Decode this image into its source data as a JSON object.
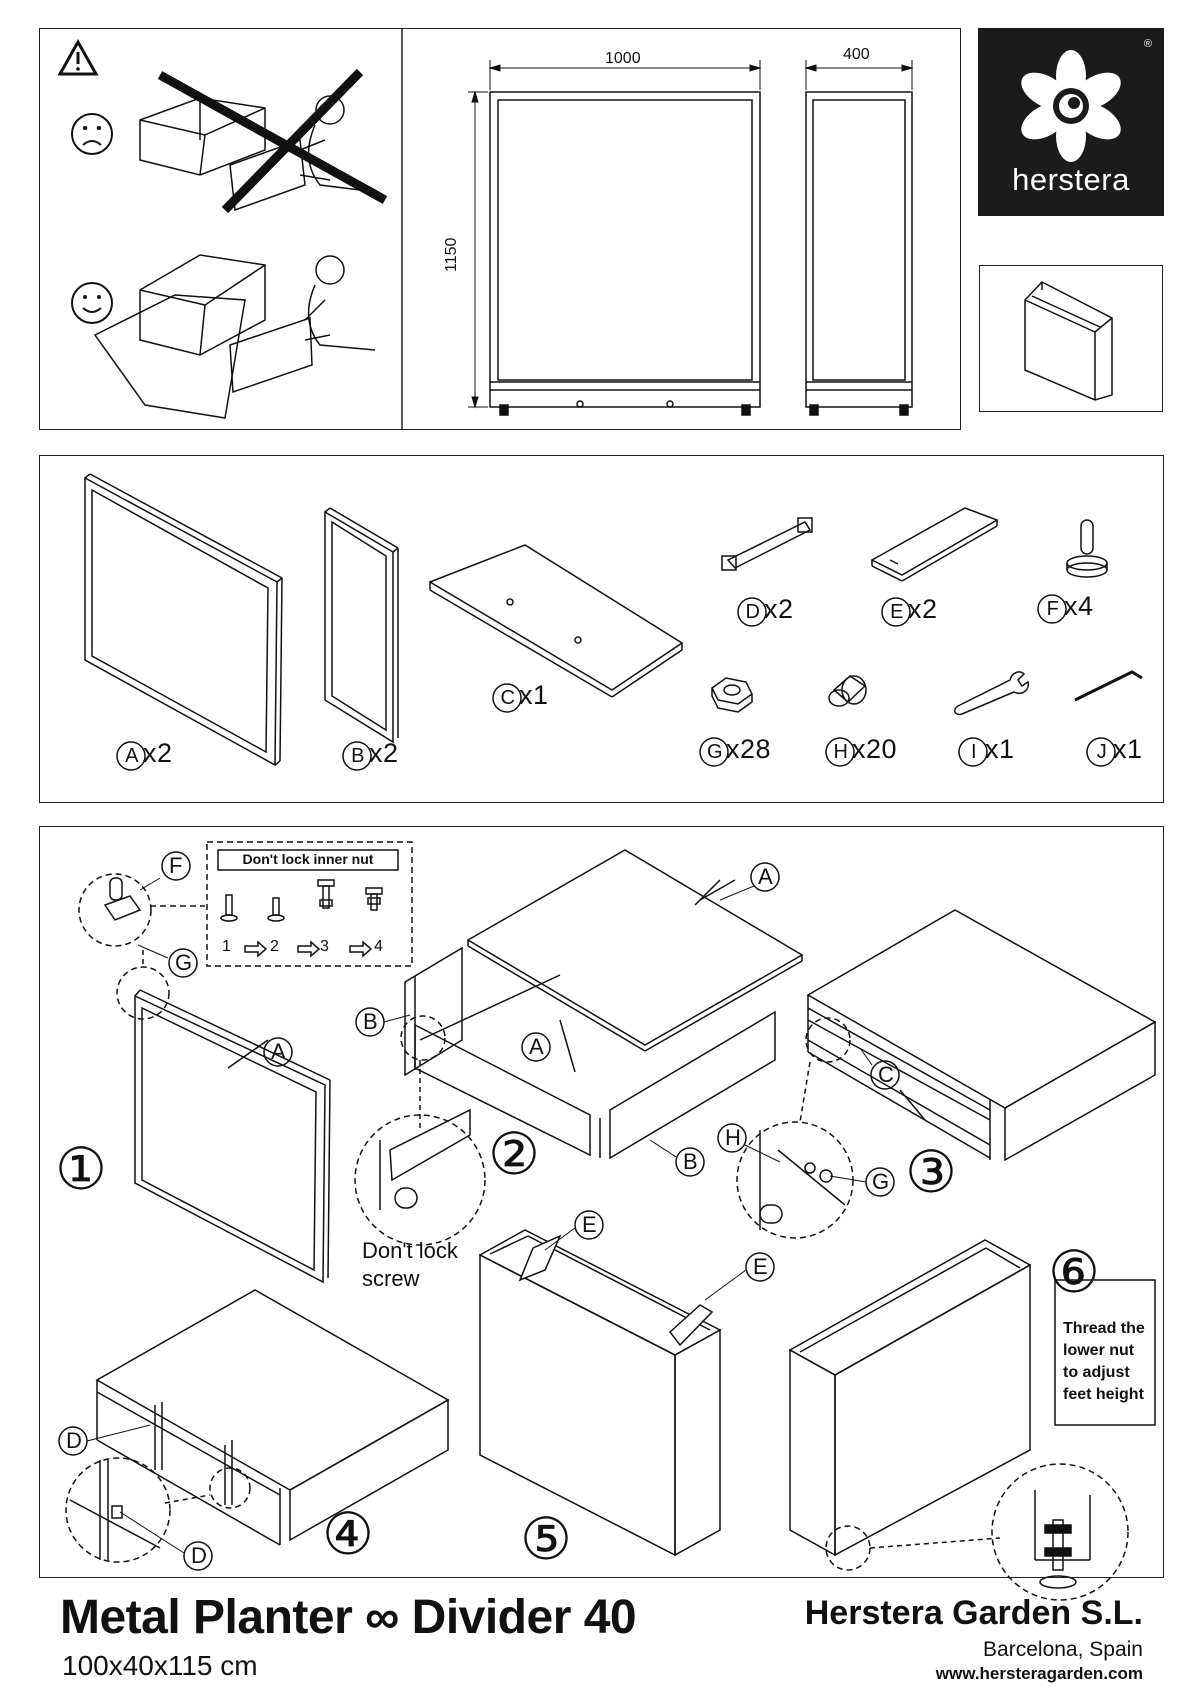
{
  "dimensions": {
    "width": "1000",
    "height": "1150",
    "depth": "400"
  },
  "brand": {
    "name": "herstera",
    "registered": "®"
  },
  "parts": [
    {
      "id": "A",
      "qty": "x2"
    },
    {
      "id": "B",
      "qty": "x2"
    },
    {
      "id": "C",
      "qty": "x1"
    },
    {
      "id": "D",
      "qty": "x2"
    },
    {
      "id": "E",
      "qty": "x2"
    },
    {
      "id": "F",
      "qty": "x4"
    },
    {
      "id": "G",
      "qty": "x28"
    },
    {
      "id": "H",
      "qty": "x20"
    },
    {
      "id": "I",
      "qty": "x1"
    },
    {
      "id": "J",
      "qty": "x1"
    }
  ],
  "steps": {
    "s1": "①",
    "s2": "②",
    "s3": "③",
    "s4": "④",
    "s5": "⑤",
    "s6": "⑥",
    "nut_note": "Don't lock inner nut",
    "seq": [
      "1",
      "2",
      "3",
      "4"
    ],
    "screw_note_1": "Don't lock",
    "screw_note_2": "screw",
    "feet_note": [
      "Thread the",
      "lower nut",
      "to adjust",
      "feet height"
    ],
    "labels": {
      "A": "A",
      "B": "B",
      "C": "C",
      "D": "D",
      "E": "E",
      "F": "F",
      "G": "G",
      "H": "H"
    }
  },
  "footer": {
    "product": "Metal Planter ∞ Divider 40",
    "size": "100x40x115 cm",
    "company": "Herstera Garden S.L.",
    "city": "Barcelona, Spain",
    "website": "www.hersteragarden.com"
  }
}
